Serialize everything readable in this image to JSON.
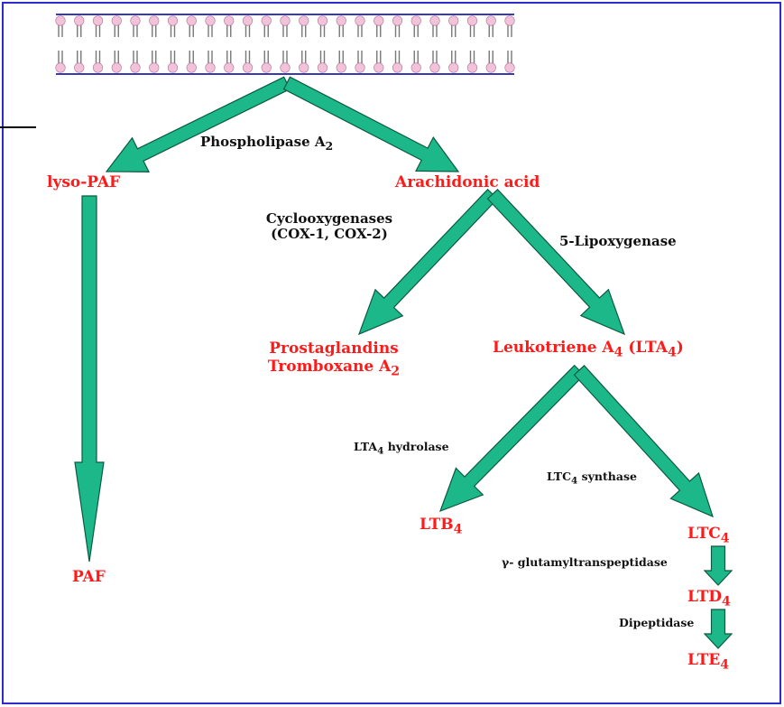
{
  "colors": {
    "arrow_fill": "#1db889",
    "arrow_stroke": "#0a5a42",
    "lipid_head": "#f2c1da",
    "lipid_tail": "#777777",
    "frame": "#2b2bd0",
    "product_text": "#ff1a1a",
    "enzyme_text": "#111111"
  },
  "membrane": {
    "name": "phospholipid-bilayer"
  },
  "products": {
    "lyso_paf": "lyso-PAF",
    "arachidonic_acid": "Arachidonic acid",
    "paf": "PAF",
    "prostaglandins": "Prostaglandins",
    "tromboxane": "Tromboxane A",
    "tromboxane_sub": "2",
    "leukotriene_a": "Leukotriene A",
    "leukotriene_a_sub": "4",
    "leukotriene_a_suffix": " (LTA",
    "leukotriene_a_suffix_sub": "4",
    "leukotriene_a_close": ")",
    "ltb": "LTB",
    "ltb_sub": "4",
    "ltc": "LTC",
    "ltc_sub": "4",
    "ltd": "LTD",
    "ltd_sub": "4",
    "lte": "LTE",
    "lte_sub": "4"
  },
  "enzymes": {
    "phospholipase": "Phospholipase A",
    "phospholipase_sub": "2",
    "cox_line1": "Cyclooxygenases",
    "cox_line2": "(COX-1, COX-2)",
    "lipoxygenase": "5-Lipoxygenase",
    "lta4_hydrolase_pre": "LTA",
    "lta4_hydrolase_sub": "4",
    "lta4_hydrolase_post": " hydrolase",
    "ltc4_synthase_pre": "LTC",
    "ltc4_synthase_sub": "4",
    "ltc4_synthase_post": " synthase",
    "gamma_gt": "γ- glutamyltranspeptidase",
    "dipeptidase": "Dipeptidase"
  }
}
